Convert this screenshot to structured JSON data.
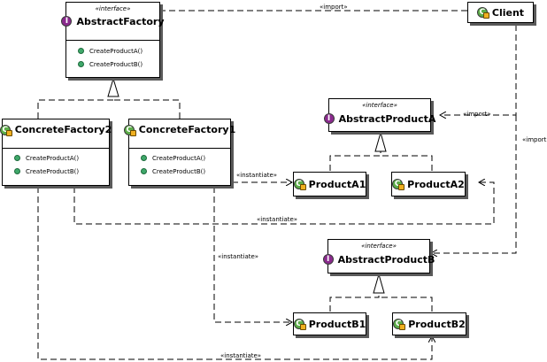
{
  "classes": {
    "abstract_factory": {
      "name": "AbstractFactory",
      "stereotype": "«interface»",
      "badge": "I",
      "ops": [
        "CreateProductA()",
        "CreateProductB()"
      ]
    },
    "client": {
      "name": "Client",
      "badge": "C"
    },
    "concrete_factory2": {
      "name": "ConcreteFactory2",
      "badge": "C",
      "ops": [
        "CreateProductA()",
        "CreateProductB()"
      ]
    },
    "concrete_factory1": {
      "name": "ConcreteFactory1",
      "badge": "C",
      "ops": [
        "CreateProductA()",
        "CreateProductB()"
      ]
    },
    "abstract_product_a": {
      "name": "AbstractProductA",
      "stereotype": "«interface»",
      "badge": "I"
    },
    "product_a1": {
      "name": "ProductA1",
      "badge": "C"
    },
    "product_a2": {
      "name": "ProductA2",
      "badge": "C"
    },
    "abstract_product_b": {
      "name": "AbstractProductB",
      "stereotype": "«interface»",
      "badge": "I"
    },
    "product_b1": {
      "name": "ProductB1",
      "badge": "C"
    },
    "product_b2": {
      "name": "ProductB2",
      "badge": "C"
    }
  },
  "labels": {
    "import_factory": "«import»",
    "import_product_a": "«import»",
    "import_client_side": "«import»",
    "instantiate_a1": "«instantiate»",
    "instantiate_a2": "«instantiate»",
    "instantiate_b1": "«instantiate»",
    "instantiate_b2": "«instantiate»"
  },
  "colors": {
    "interface_badge": "#8b2a8e",
    "class_badge": "#5cad48",
    "operation_dot": "#3fa86a",
    "shadow": "#5a5a5a"
  }
}
